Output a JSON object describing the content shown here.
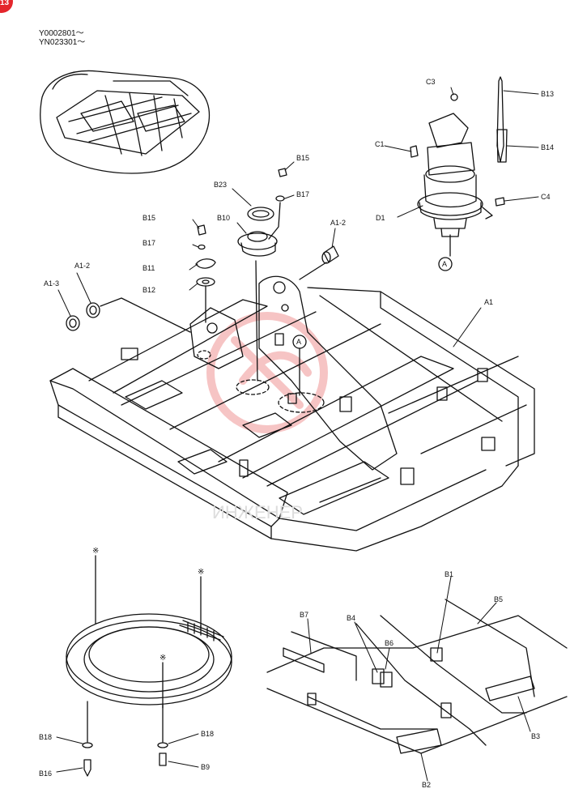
{
  "page_badge": "13",
  "serials": [
    "Y0002801～",
    "YN023301～"
  ],
  "watermark_text": "ИНЖЕНЕР",
  "callouts": {
    "a": "A",
    "a1": "A1",
    "a1_2_left": "A1-2",
    "a1_2_right": "A1-2",
    "a1_3": "A1-3",
    "b1": "B1",
    "b2": "B2",
    "b3": "B3",
    "b4": "B4",
    "b5": "B5",
    "b6": "B6",
    "b7": "B7",
    "b9": "B9",
    "b10": "B10",
    "b11": "B11",
    "b12": "B12",
    "b13": "B13",
    "b14": "B14",
    "b15_top": "B15",
    "b15_left": "B15",
    "b16": "B16",
    "b17_top": "B17",
    "b17_left": "B17",
    "b18_left": "B18",
    "b18_right": "B18",
    "b23": "B23",
    "c1": "C1",
    "c3": "C3",
    "c4": "C4",
    "d1": "D1",
    "note_mark": "※"
  },
  "colors": {
    "line": "#111111",
    "watermark": "#f4b6b6",
    "badge": "#e4262c"
  }
}
